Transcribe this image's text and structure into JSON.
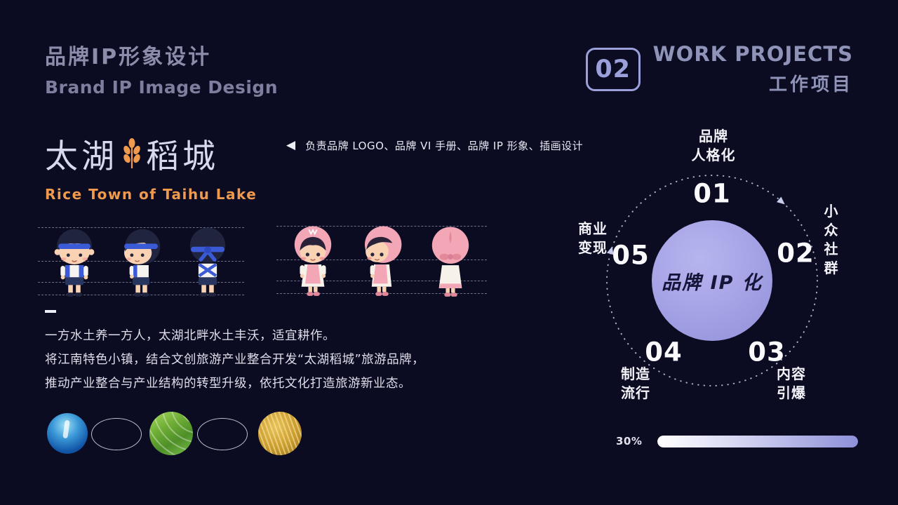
{
  "colors": {
    "background": "#0b0b21",
    "accent_orange": "#f09a4e",
    "periwinkle": "#a3a1e4",
    "badge_outline": "#9ba0da",
    "boy_blue": "#3b5bd6",
    "girl_pink": "#f2a6b6"
  },
  "header_left": {
    "title_cn": "品牌IP形象设计",
    "title_en": "Brand IP Image Design"
  },
  "header_right": {
    "number": "02",
    "title_en": "WORK PROJECTS",
    "title_cn": "工作项目"
  },
  "logo": {
    "cn_left": "太湖",
    "cn_right": "稻城",
    "en_caption": "Rice Town of Taihu Lake"
  },
  "brief": {
    "arrow": "◀",
    "text": "负责品牌 LOGO、品牌 VI 手册、品牌 IP 形象、插画设计"
  },
  "paragraph": {
    "lines": [
      "一方水土养一方人，太湖北畔水土丰沃，适宜耕作。",
      "将江南特色小镇，结合文创旅游产业整合开发“太湖稻城”旅游品牌，",
      "推动产业整合与产业结构的转型升级，依托文化打造旅游新业态。"
    ]
  },
  "diagram": {
    "center_label": "品牌 IP 化",
    "items": [
      {
        "num": "01",
        "line1": "品牌",
        "line2": "人格化"
      },
      {
        "num": "02",
        "line1": "小众",
        "line2": "社群"
      },
      {
        "num": "03",
        "line1": "内容",
        "line2": "引爆"
      },
      {
        "num": "04",
        "line1": "制造",
        "line2": "流行"
      },
      {
        "num": "05",
        "line1": "商业",
        "line2": "变现"
      }
    ]
  },
  "progress": {
    "label": "30%"
  }
}
